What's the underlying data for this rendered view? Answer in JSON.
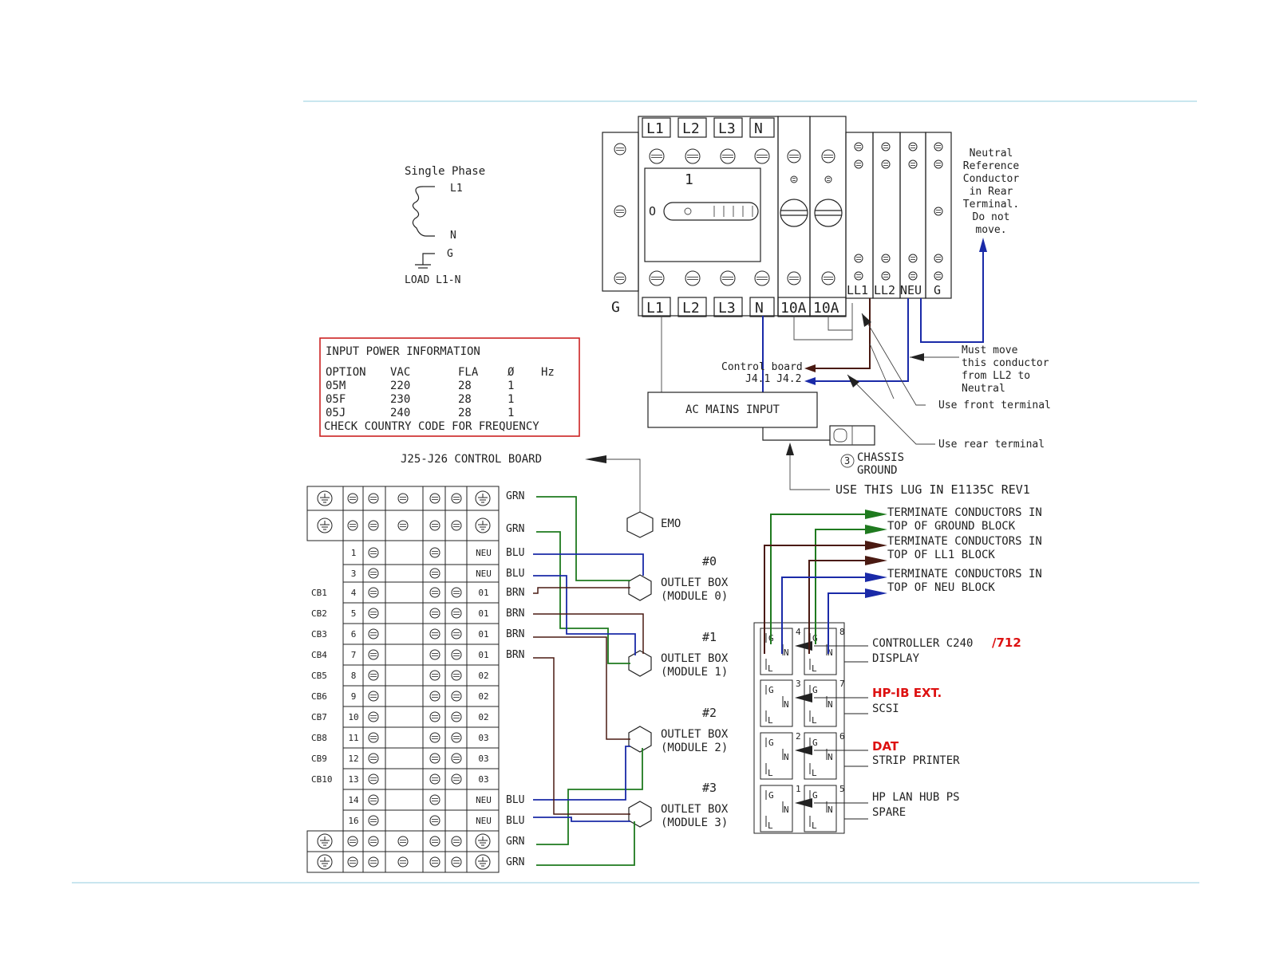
{
  "single_phase": {
    "title": "Single Phase",
    "l1": "L1",
    "n": "N",
    "g": "G",
    "load": "LOAD  L1-N"
  },
  "input_power": {
    "title": "INPUT  POWER  INFORMATION",
    "headers": [
      "OPTION",
      "VAC",
      "FLA",
      "Ø",
      "Hz"
    ],
    "rows": [
      [
        "05M",
        "220",
        "28",
        "1"
      ],
      [
        "05F",
        "230",
        "28",
        "1"
      ],
      [
        "05J",
        "240",
        "28",
        "1"
      ]
    ],
    "footer": "CHECK  COUNTRY  CODE  FOR  FREQUENCY",
    "border_color": "#cc2222"
  },
  "breaker": {
    "top_labels": [
      "L1",
      "L2",
      "L3",
      "N"
    ],
    "bottom_labels": [
      "L1",
      "L2",
      "L3",
      "N",
      "10A",
      "10A"
    ],
    "g_label": "G",
    "switch_number": "1",
    "switch_o": "O",
    "block_labels": [
      "LL1",
      "LL2",
      "NEU",
      "G"
    ]
  },
  "neutral_note": [
    "Neutral",
    "Reference",
    "Conductor",
    "in  Rear",
    "Terminal.",
    "Do  not",
    "move."
  ],
  "must_move_note": [
    "Must  move",
    "this  conductor",
    "from  LL2  to",
    "Neutral"
  ],
  "use_front": "Use  front  terminal",
  "use_rear": "Use  rear  terminal",
  "control_board": [
    "Control  board",
    "J4.1  J4.2"
  ],
  "ac_mains": "AC  MAINS  INPUT",
  "chassis": {
    "number": "3",
    "line1": "CHASSIS",
    "line2": "GROUND"
  },
  "use_lug": "USE  THIS  LUG  IN  E1135C  REV1",
  "j25": "J25-J26  CONTROL  BOARD",
  "emo": "EMO",
  "terminal_notes": [
    [
      "TERMINATE  CONDUCTORS  IN",
      "TOP  OF  GROUND  BLOCK"
    ],
    [
      "TERMINATE  CONDUCTORS  IN",
      "TOP  OF  LL1  BLOCK"
    ],
    [
      "TERMINATE  CONDUCTORS  IN",
      "TOP  OF  NEU  BLOCK"
    ]
  ],
  "outlet_boxes": [
    {
      "num": "#0",
      "label": "OUTLET  BOX",
      "module": "(MODULE  0)"
    },
    {
      "num": "#1",
      "label": "OUTLET  BOX",
      "module": "(MODULE  1)"
    },
    {
      "num": "#2",
      "label": "OUTLET  BOX",
      "module": "(MODULE  2)"
    },
    {
      "num": "#3",
      "label": "OUTLET  BOX",
      "module": "(MODULE  3)"
    }
  ],
  "terminal_rows": [
    {
      "cb": "",
      "num": "1",
      "code": "NEU",
      "wire": "BLU"
    },
    {
      "cb": "",
      "num": "3",
      "code": "NEU",
      "wire": "BLU"
    },
    {
      "cb": "CB1",
      "num": "4",
      "code": "01",
      "wire": "BRN"
    },
    {
      "cb": "CB2",
      "num": "5",
      "code": "01",
      "wire": "BRN"
    },
    {
      "cb": "CB3",
      "num": "6",
      "code": "01",
      "wire": "BRN"
    },
    {
      "cb": "CB4",
      "num": "7",
      "code": "01",
      "wire": "BRN"
    },
    {
      "cb": "CB5",
      "num": "8",
      "code": "02",
      "wire": ""
    },
    {
      "cb": "CB6",
      "num": "9",
      "code": "02",
      "wire": ""
    },
    {
      "cb": "CB7",
      "num": "10",
      "code": "02",
      "wire": ""
    },
    {
      "cb": "CB8",
      "num": "11",
      "code": "03",
      "wire": ""
    },
    {
      "cb": "CB9",
      "num": "12",
      "code": "03",
      "wire": ""
    },
    {
      "cb": "CB10",
      "num": "13",
      "code": "03",
      "wire": ""
    },
    {
      "cb": "",
      "num": "14",
      "code": "NEU",
      "wire": "BLU"
    },
    {
      "cb": "",
      "num": "16",
      "code": "NEU",
      "wire": "BLU"
    }
  ],
  "ground_wire_labels": [
    "GRN",
    "GRN",
    "GRN",
    "GRN"
  ],
  "outlet_devices": [
    {
      "black": "CONTROLLER  C240",
      "red": "/712",
      "second": "DISPLAY"
    },
    {
      "black": "",
      "red": "HP-IB  EXT.",
      "second": "SCSI"
    },
    {
      "black": "",
      "red": "DAT",
      "second": "STRIP  PRINTER"
    },
    {
      "black": "HP  LAN  HUB  PS",
      "red": "",
      "second": "SPARE"
    }
  ],
  "outlet_numbers": [
    "4",
    "8",
    "3",
    "7",
    "2",
    "6",
    "1",
    "5"
  ],
  "socket_letters": {
    "g": "G",
    "n": "N",
    "l": "L"
  },
  "colors": {
    "ground": "#1f7a1f",
    "neutral": "#1a2aa8",
    "line": "#4a1a12",
    "highlight": "#dd1111",
    "rule": "#a9d6e5"
  }
}
